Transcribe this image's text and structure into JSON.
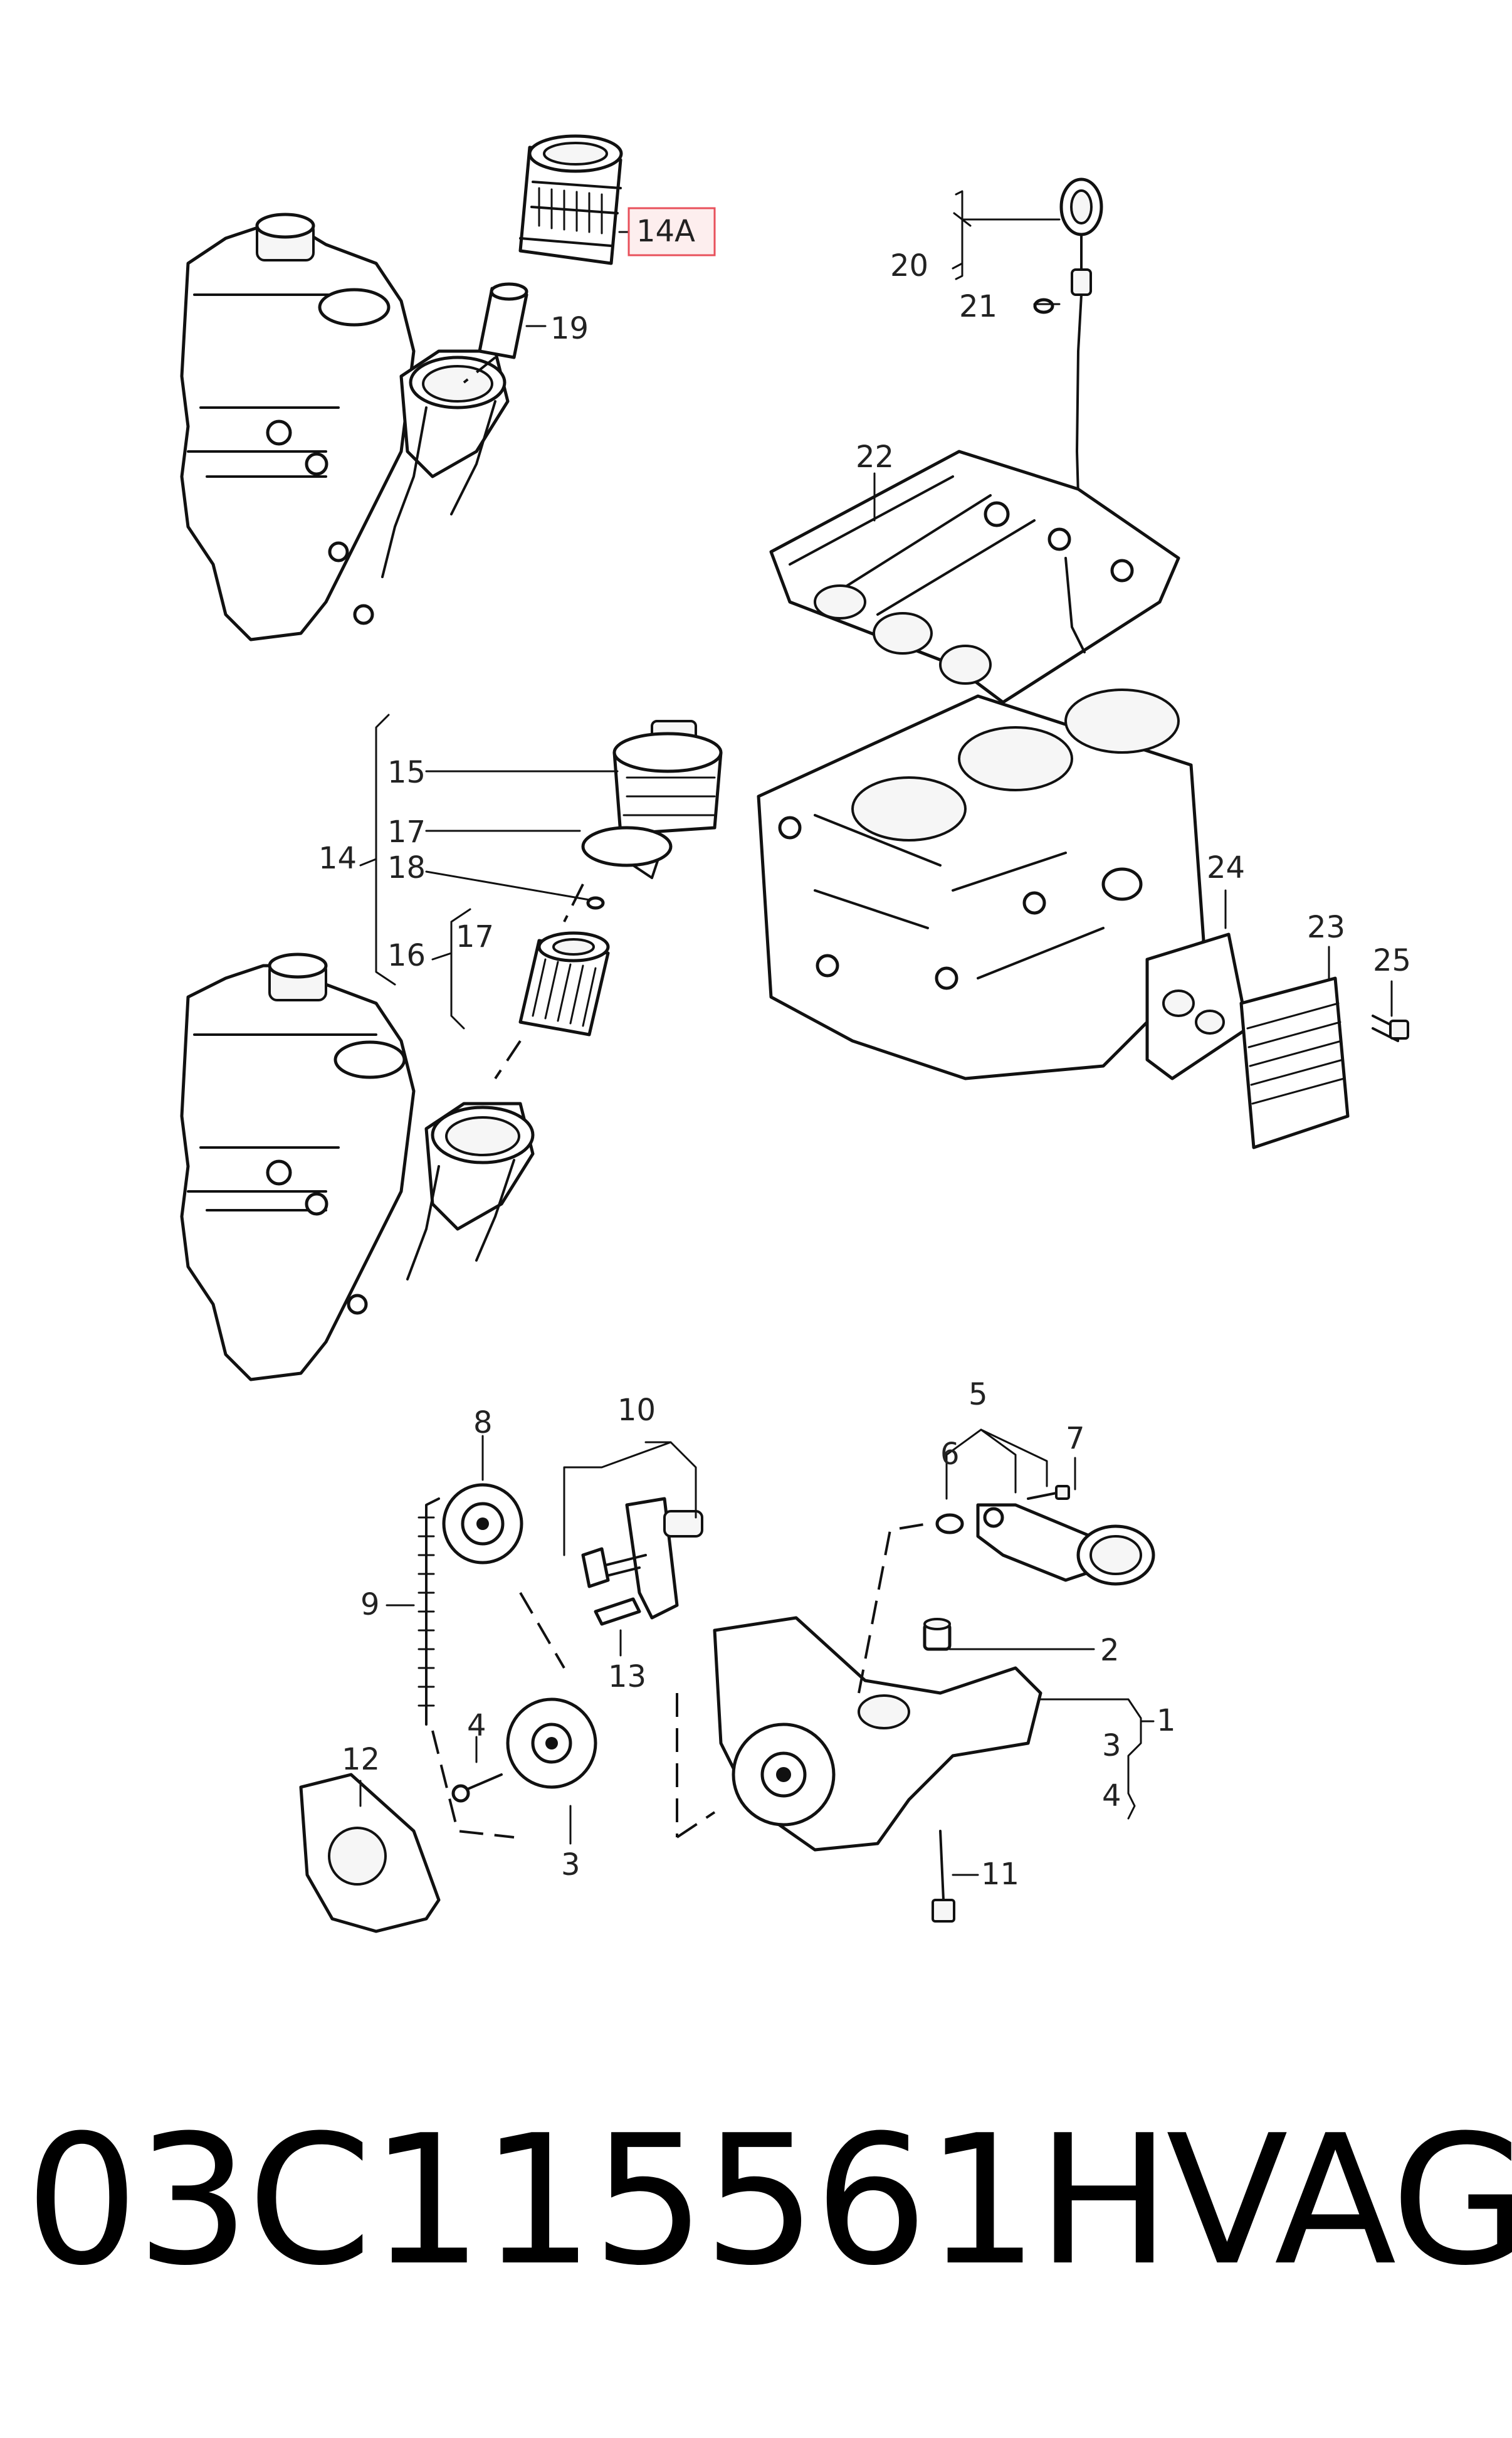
{
  "callouts": {
    "c14A": "14A",
    "c19": "19",
    "c20": "20",
    "c21": "21",
    "c22": "22",
    "c15": "15",
    "c17a": "17",
    "c14": "14",
    "c18": "18",
    "c16": "16",
    "c17b": "17",
    "c24": "24",
    "c23": "23",
    "c25": "25",
    "c10": "10",
    "c5": "5",
    "c8": "8",
    "c6": "6",
    "c7": "7",
    "c9": "9",
    "c13": "13",
    "c2": "2",
    "c1": "1",
    "c3a": "3",
    "c4a": "4",
    "c4b": "4",
    "c12": "12",
    "c3b": "3",
    "c11": "11"
  },
  "highlight_color": "#e8505b",
  "footer": {
    "part_number": "03C115561H",
    "brand": "VAG"
  }
}
